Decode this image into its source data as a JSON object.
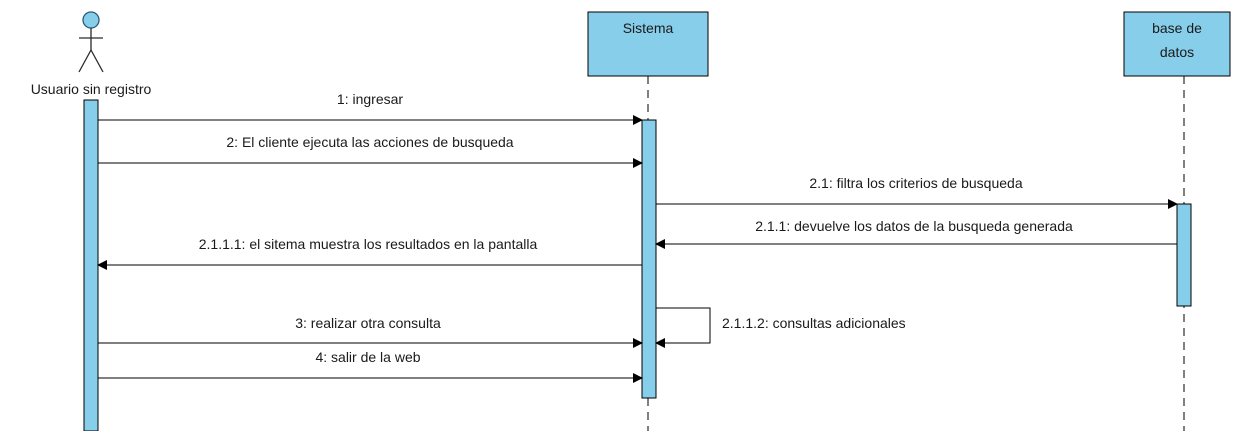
{
  "participants": {
    "actor": {
      "label": "Usuario sin registro"
    },
    "system": {
      "label": "Sistema"
    },
    "database": {
      "line1": "base de",
      "line2": "datos"
    }
  },
  "messages": [
    {
      "label": "1: ingresar"
    },
    {
      "label": "2: El cliente ejecuta las acciones de busqueda"
    },
    {
      "label": "2.1: filtra los criterios de busqueda"
    },
    {
      "label": "2.1.1: devuelve los datos de la busqueda generada"
    },
    {
      "label": "2.1.1.1: el sitema muestra los resultados en la pantalla"
    },
    {
      "label": "2.1.1.2: consultas adicionales"
    },
    {
      "label": "3: realizar otra consulta"
    },
    {
      "label": "4: salir de la web"
    }
  ],
  "colors": {
    "box_fill": "#87CEEB",
    "stroke": "#000000",
    "text": "#1a1a1a"
  }
}
